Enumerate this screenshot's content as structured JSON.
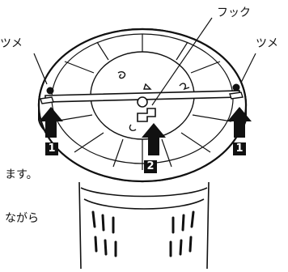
{
  "labels": {
    "tab_left": "ツメ",
    "tab_right": "ツメ",
    "hook": "フック",
    "side_text_1": "ます。",
    "side_text_2": "ながら"
  },
  "steps": {
    "left": "1",
    "center": "2",
    "right": "1"
  },
  "colors": {
    "line": "#111111",
    "fill": "#ffffff",
    "badge": "#111111"
  },
  "icons": [
    "up-arrow-icon",
    "hook-icon",
    "tab-icon"
  ]
}
